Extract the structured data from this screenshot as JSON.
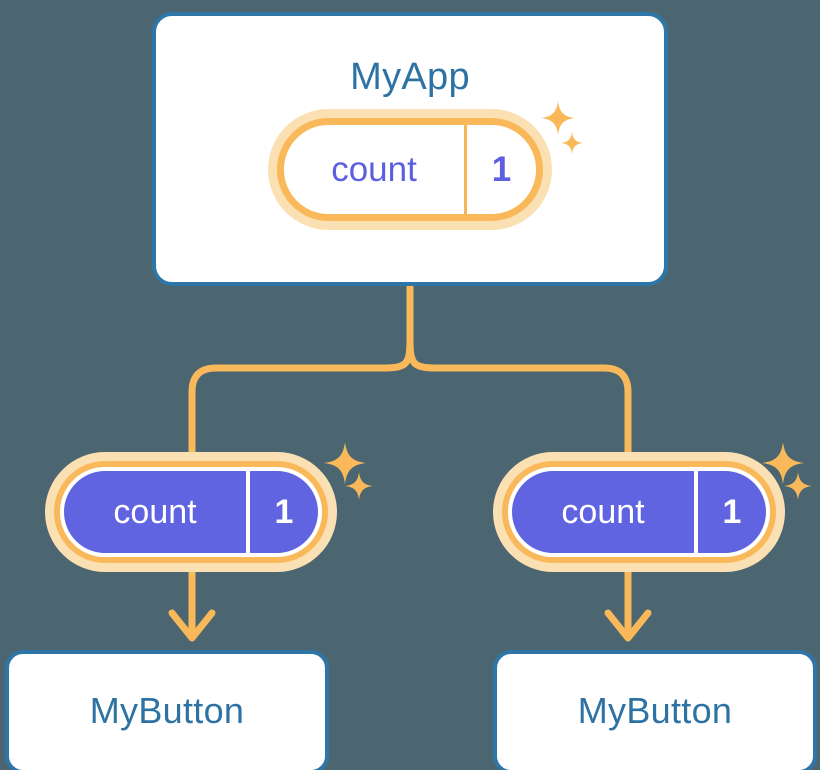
{
  "diagram": {
    "title": "MyApp component tree with shared count state",
    "background_color": "#4b6670",
    "accent_orange": "#f9b95a",
    "accent_orange_soft": "#fbe0b4",
    "accent_purple": "#6164e0",
    "accent_blue": "#2f76a8",
    "title_blue": "#2d72a3"
  },
  "root_card": {
    "label": "MyApp",
    "state_badge": {
      "key": "count",
      "value": "1",
      "style": "white"
    },
    "sparkles": [
      "sparkle-icon",
      "sparkle-icon"
    ]
  },
  "children": [
    {
      "state_badge": {
        "key": "count",
        "value": "1",
        "style": "purple"
      },
      "card": {
        "label": "MyButton"
      },
      "sparkles": [
        "sparkle-icon",
        "sparkle-icon"
      ]
    },
    {
      "state_badge": {
        "key": "count",
        "value": "1",
        "style": "purple"
      },
      "card": {
        "label": "MyButton"
      },
      "sparkles": [
        "sparkle-icon",
        "sparkle-icon"
      ]
    }
  ],
  "connectors": {
    "trunk": "vertical-line",
    "branch": "tree-split",
    "arrows": [
      "arrow-down-icon",
      "arrow-down-icon"
    ]
  }
}
